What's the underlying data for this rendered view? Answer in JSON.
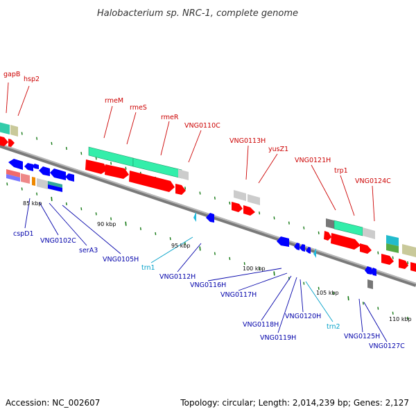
{
  "title": "Halobacterium sp. NRC-1, complete genome",
  "footer": {
    "accession": "Accession: NC_002607",
    "summary": "Topology: circular; Length: 2,014,239 bp; Genes: 2,127"
  },
  "colors": {
    "forward_label": "#cc0000",
    "reverse_label": "#0000aa",
    "rna_label": "#00a0c8",
    "forward_cds": "#ff0000",
    "reverse_cds": "#0000ff",
    "rna_gene": "#22bbdd",
    "gene_region": "#33eeaa",
    "backbone": "#888888",
    "tick": "#117711"
  },
  "scale_labels": [
    {
      "text": "85 kbp"
    },
    {
      "text": "90 kbp"
    },
    {
      "text": "95 kbp"
    },
    {
      "text": "100 kbp"
    },
    {
      "text": "105 kbp"
    },
    {
      "text": "110 kbp"
    }
  ],
  "forward_labels": [
    {
      "text": "gapB"
    },
    {
      "text": "hsp2"
    },
    {
      "text": "rmeM"
    },
    {
      "text": "rmeS"
    },
    {
      "text": "rmeR"
    },
    {
      "text": "VNG0110C"
    },
    {
      "text": "VNG0113H"
    },
    {
      "text": "yusZ1"
    },
    {
      "text": "VNG0121H"
    },
    {
      "text": "trp1"
    },
    {
      "text": "VNG0124C"
    }
  ],
  "reverse_labels": [
    {
      "text": "cspD1"
    },
    {
      "text": "VNG0102C"
    },
    {
      "text": "serA3"
    },
    {
      "text": "VNG0105H"
    },
    {
      "text": "trn1"
    },
    {
      "text": "VNG0112H"
    },
    {
      "text": "VNG0116H"
    },
    {
      "text": "VNG0117H"
    },
    {
      "text": "VNG0118H"
    },
    {
      "text": "VNG0119H"
    },
    {
      "text": "VNG0120H"
    },
    {
      "text": "trn2"
    },
    {
      "text": "VNG0125H"
    },
    {
      "text": "VNG0127C"
    }
  ]
}
